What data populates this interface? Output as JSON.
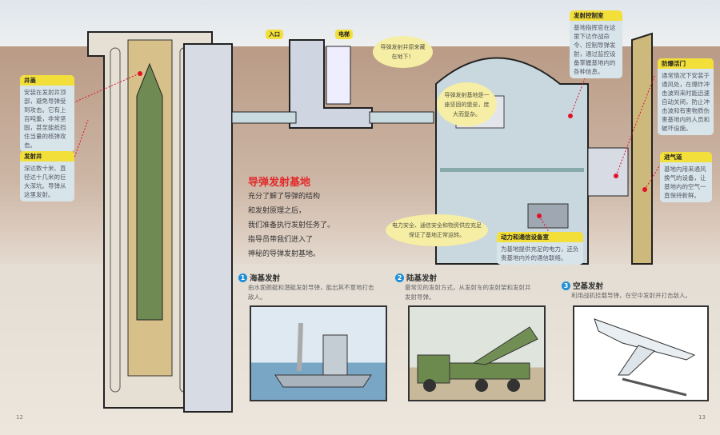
{
  "callouts": {
    "well_cover": {
      "title": "井盖",
      "text": "安装在发射井顶部，避免导弹受到攻击。它有上百吨重，非常坚固，甚至能抵挡住当量的核弹攻击。"
    },
    "launch_well": {
      "title": "发射井",
      "text": "深达数十米、直径达十几米的巨大深坑。导弹从这里发射。"
    },
    "control_room": {
      "title": "发射控制室",
      "text": "基地指挥官在这里下达作战命令、控制导弹发射，通过监控设备掌握基地内的各种信息。"
    },
    "blast_door": {
      "title": "防爆活门",
      "text": "通常情况下安装于通风处，在爆炸冲击波到来时能迅速自动关闭，防止冲击波和有害物质伤害基地内的人员和破坏设施。"
    },
    "air_intake": {
      "title": "进气道",
      "text": "基地内用来通风换气的设备，让基地内的空气一直保持新鲜。"
    },
    "power_room": {
      "title": "动力和通信设备室",
      "text": "为基地提供充足的电力，还负责基地内外的通信联络。"
    }
  },
  "labels": {
    "entrance": "入口",
    "elevator": "电梯"
  },
  "bubbles": {
    "b1": "导弹发射井原来藏在地下！",
    "b2": "导弹发射基地是一座坚固的堡垒，庞大而复杂。",
    "b3": "电力安全、通信安全和物资供应充足保证了基地正常运转。"
  },
  "main": {
    "title": "导弹发射基地",
    "intro": [
      "充分了解了导弹的结构",
      "和发射原理之后，",
      "我们准备执行发射任务了。",
      "指导员带我们进入了",
      "神秘的导弹发射基地。"
    ]
  },
  "sections": [
    {
      "num": "1",
      "title": "海基发射",
      "text": "由水面舰艇和潜艇发射导弹，能出其不意地打击敌人。"
    },
    {
      "num": "2",
      "title": "陆基发射",
      "text": "最常见的发射方式，从发射车的发射架和发射井发射导弹。"
    },
    {
      "num": "3",
      "title": "空基发射",
      "text": "利用战机挂载导弹，在空中发射并打击敌人。"
    }
  ],
  "pages": {
    "left": "12",
    "right": "13"
  }
}
